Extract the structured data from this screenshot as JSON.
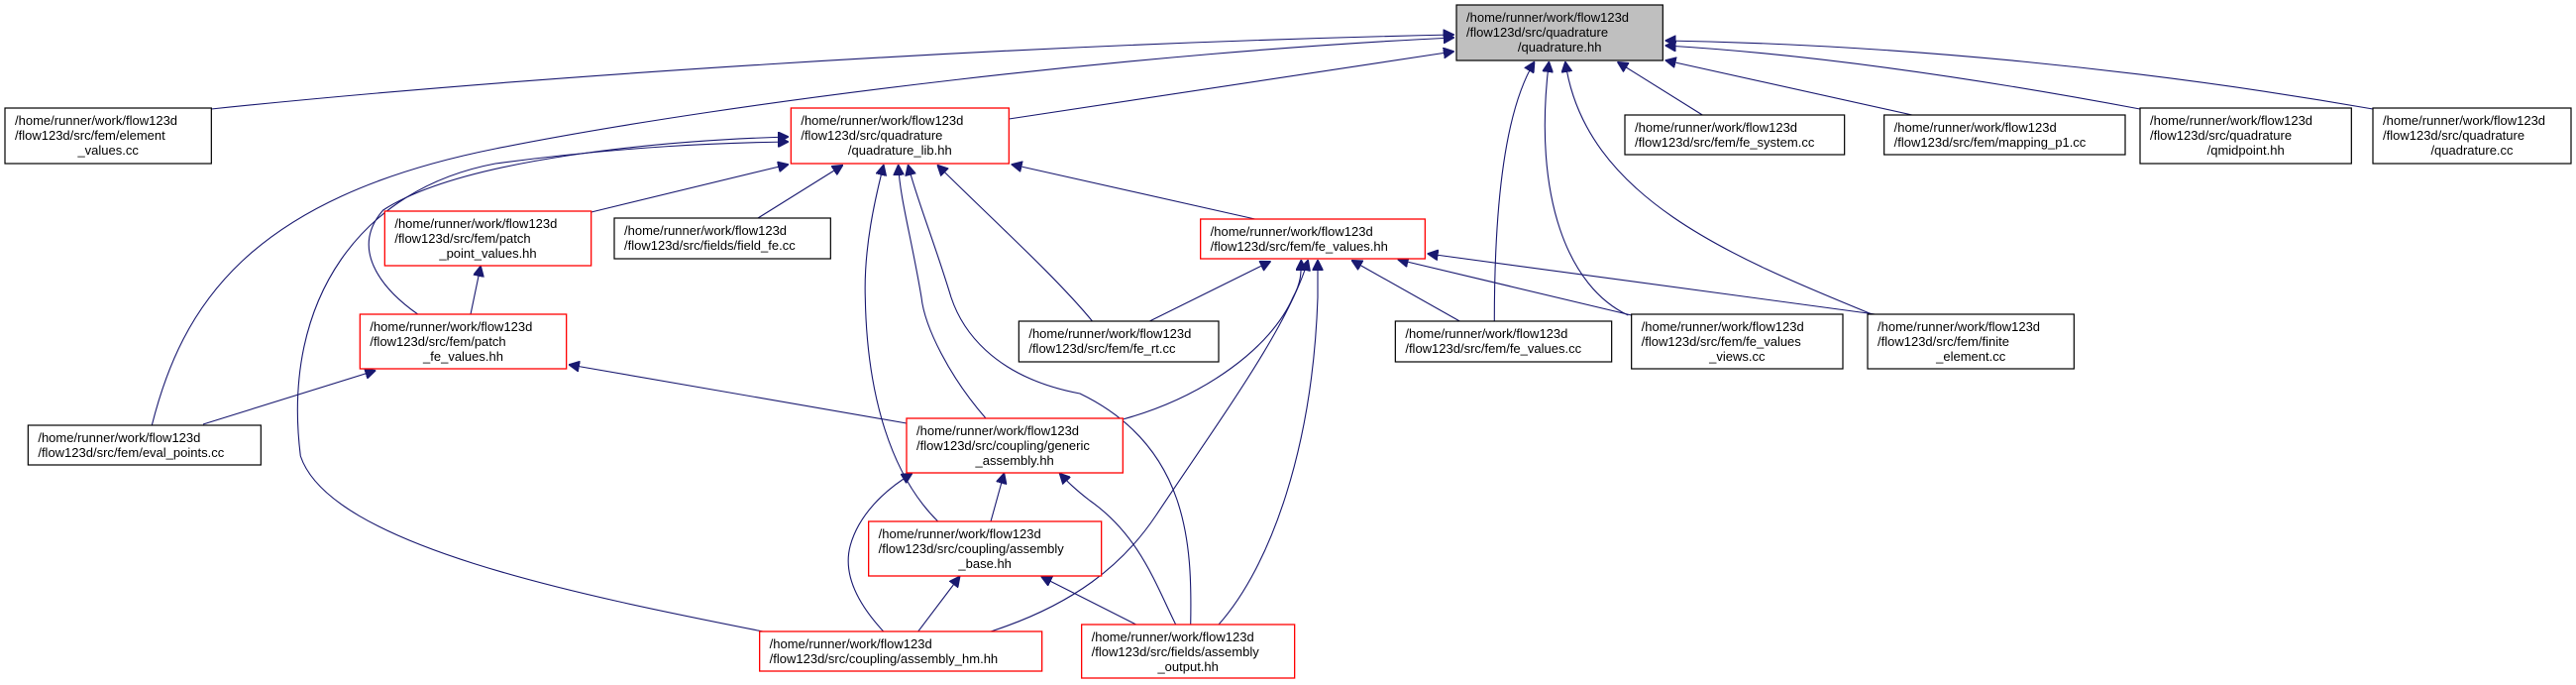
{
  "graph": {
    "type": "include-dependency-graph",
    "colors": {
      "edge": "#191970",
      "root_fill": "#bfbfbf",
      "node_fill": "#ffffff",
      "truncated_border": "#ff0000",
      "normal_border": "#000000"
    },
    "nodes": [
      {
        "id": "root",
        "lines": [
          "/home/runner/work/flow123d",
          "/flow123d/src/quadrature",
          "/quadrature.hh"
        ],
        "kind": "root"
      },
      {
        "id": "element_values",
        "lines": [
          "/home/runner/work/flow123d",
          "/flow123d/src/fem/element",
          "_values.cc"
        ],
        "kind": "normal"
      },
      {
        "id": "quadrature_lib",
        "lines": [
          "/home/runner/work/flow123d",
          "/flow123d/src/quadrature",
          "/quadrature_lib.hh"
        ],
        "kind": "truncated"
      },
      {
        "id": "fe_system",
        "lines": [
          "/home/runner/work/flow123d",
          "/flow123d/src/fem/fe_system.cc"
        ],
        "kind": "normal"
      },
      {
        "id": "mapping_p1",
        "lines": [
          "/home/runner/work/flow123d",
          "/flow123d/src/fem/mapping_p1.cc"
        ],
        "kind": "normal"
      },
      {
        "id": "qmidpoint",
        "lines": [
          "/home/runner/work/flow123d",
          "/flow123d/src/quadrature",
          "/qmidpoint.hh"
        ],
        "kind": "normal"
      },
      {
        "id": "quadrature_cc",
        "lines": [
          "/home/runner/work/flow123d",
          "/flow123d/src/quadrature",
          "/quadrature.cc"
        ],
        "kind": "normal"
      },
      {
        "id": "patch_point_values",
        "lines": [
          "/home/runner/work/flow123d",
          "/flow123d/src/fem/patch",
          "_point_values.hh"
        ],
        "kind": "truncated"
      },
      {
        "id": "field_fe",
        "lines": [
          "/home/runner/work/flow123d",
          "/flow123d/src/fields/field_fe.cc"
        ],
        "kind": "normal"
      },
      {
        "id": "fe_values_hh",
        "lines": [
          "/home/runner/work/flow123d",
          "/flow123d/src/fem/fe_values.hh"
        ],
        "kind": "truncated"
      },
      {
        "id": "patch_fe_values",
        "lines": [
          "/home/runner/work/flow123d",
          "/flow123d/src/fem/patch",
          "_fe_values.hh"
        ],
        "kind": "truncated"
      },
      {
        "id": "fe_rt",
        "lines": [
          "/home/runner/work/flow123d",
          "/flow123d/src/fem/fe_rt.cc"
        ],
        "kind": "normal"
      },
      {
        "id": "fe_values_cc",
        "lines": [
          "/home/runner/work/flow123d",
          "/flow123d/src/fem/fe_values.cc"
        ],
        "kind": "normal"
      },
      {
        "id": "fe_values_views",
        "lines": [
          "/home/runner/work/flow123d",
          "/flow123d/src/fem/fe_values",
          "_views.cc"
        ],
        "kind": "normal"
      },
      {
        "id": "finite_element",
        "lines": [
          "/home/runner/work/flow123d",
          "/flow123d/src/fem/finite",
          "_element.cc"
        ],
        "kind": "normal"
      },
      {
        "id": "eval_points",
        "lines": [
          "/home/runner/work/flow123d",
          "/flow123d/src/fem/eval_points.cc"
        ],
        "kind": "normal"
      },
      {
        "id": "generic_assembly",
        "lines": [
          "/home/runner/work/flow123d",
          "/flow123d/src/coupling/generic",
          "_assembly.hh"
        ],
        "kind": "truncated"
      },
      {
        "id": "assembly_base",
        "lines": [
          "/home/runner/work/flow123d",
          "/flow123d/src/coupling/assembly",
          "_base.hh"
        ],
        "kind": "truncated"
      },
      {
        "id": "assembly_hm",
        "lines": [
          "/home/runner/work/flow123d",
          "/flow123d/src/coupling/assembly_hm.hh"
        ],
        "kind": "truncated"
      },
      {
        "id": "assembly_output",
        "lines": [
          "/home/runner/work/flow123d",
          "/flow123d/src/fields/assembly",
          "_output.hh"
        ],
        "kind": "truncated"
      }
    ],
    "edges": [
      {
        "from": "element_values",
        "to": "root"
      },
      {
        "from": "eval_points",
        "to": "root"
      },
      {
        "from": "quadrature_lib",
        "to": "root"
      },
      {
        "from": "fe_system",
        "to": "root"
      },
      {
        "from": "mapping_p1",
        "to": "root"
      },
      {
        "from": "qmidpoint",
        "to": "root"
      },
      {
        "from": "quadrature_cc",
        "to": "root"
      },
      {
        "from": "fe_values_cc",
        "to": "root"
      },
      {
        "from": "fe_values_views",
        "to": "root"
      },
      {
        "from": "finite_element",
        "to": "root"
      },
      {
        "from": "patch_point_values",
        "to": "quadrature_lib"
      },
      {
        "from": "field_fe",
        "to": "quadrature_lib"
      },
      {
        "from": "patch_fe_values",
        "to": "quadrature_lib"
      },
      {
        "from": "assembly_hm",
        "to": "quadrature_lib"
      },
      {
        "from": "assembly_base",
        "to": "quadrature_lib"
      },
      {
        "from": "generic_assembly",
        "to": "quadrature_lib"
      },
      {
        "from": "assembly_output",
        "to": "quadrature_lib"
      },
      {
        "from": "fe_rt",
        "to": "quadrature_lib"
      },
      {
        "from": "fe_values_hh",
        "to": "quadrature_lib"
      },
      {
        "from": "fe_rt",
        "to": "fe_values_hh"
      },
      {
        "from": "fe_values_cc",
        "to": "fe_values_hh"
      },
      {
        "from": "fe_values_views",
        "to": "fe_values_hh"
      },
      {
        "from": "finite_element",
        "to": "fe_values_hh"
      },
      {
        "from": "generic_assembly",
        "to": "fe_values_hh"
      },
      {
        "from": "assembly_hm",
        "to": "fe_values_hh"
      },
      {
        "from": "assembly_output",
        "to": "fe_values_hh"
      },
      {
        "from": "generic_assembly",
        "to": "patch_fe_values"
      },
      {
        "from": "eval_points",
        "to": "patch_fe_values"
      },
      {
        "from": "patch_fe_values",
        "to": "patch_point_values"
      },
      {
        "from": "assembly_base",
        "to": "generic_assembly"
      },
      {
        "from": "assembly_hm",
        "to": "generic_assembly"
      },
      {
        "from": "assembly_output",
        "to": "generic_assembly"
      },
      {
        "from": "assembly_hm",
        "to": "assembly_base"
      },
      {
        "from": "assembly_output",
        "to": "assembly_base"
      }
    ]
  }
}
